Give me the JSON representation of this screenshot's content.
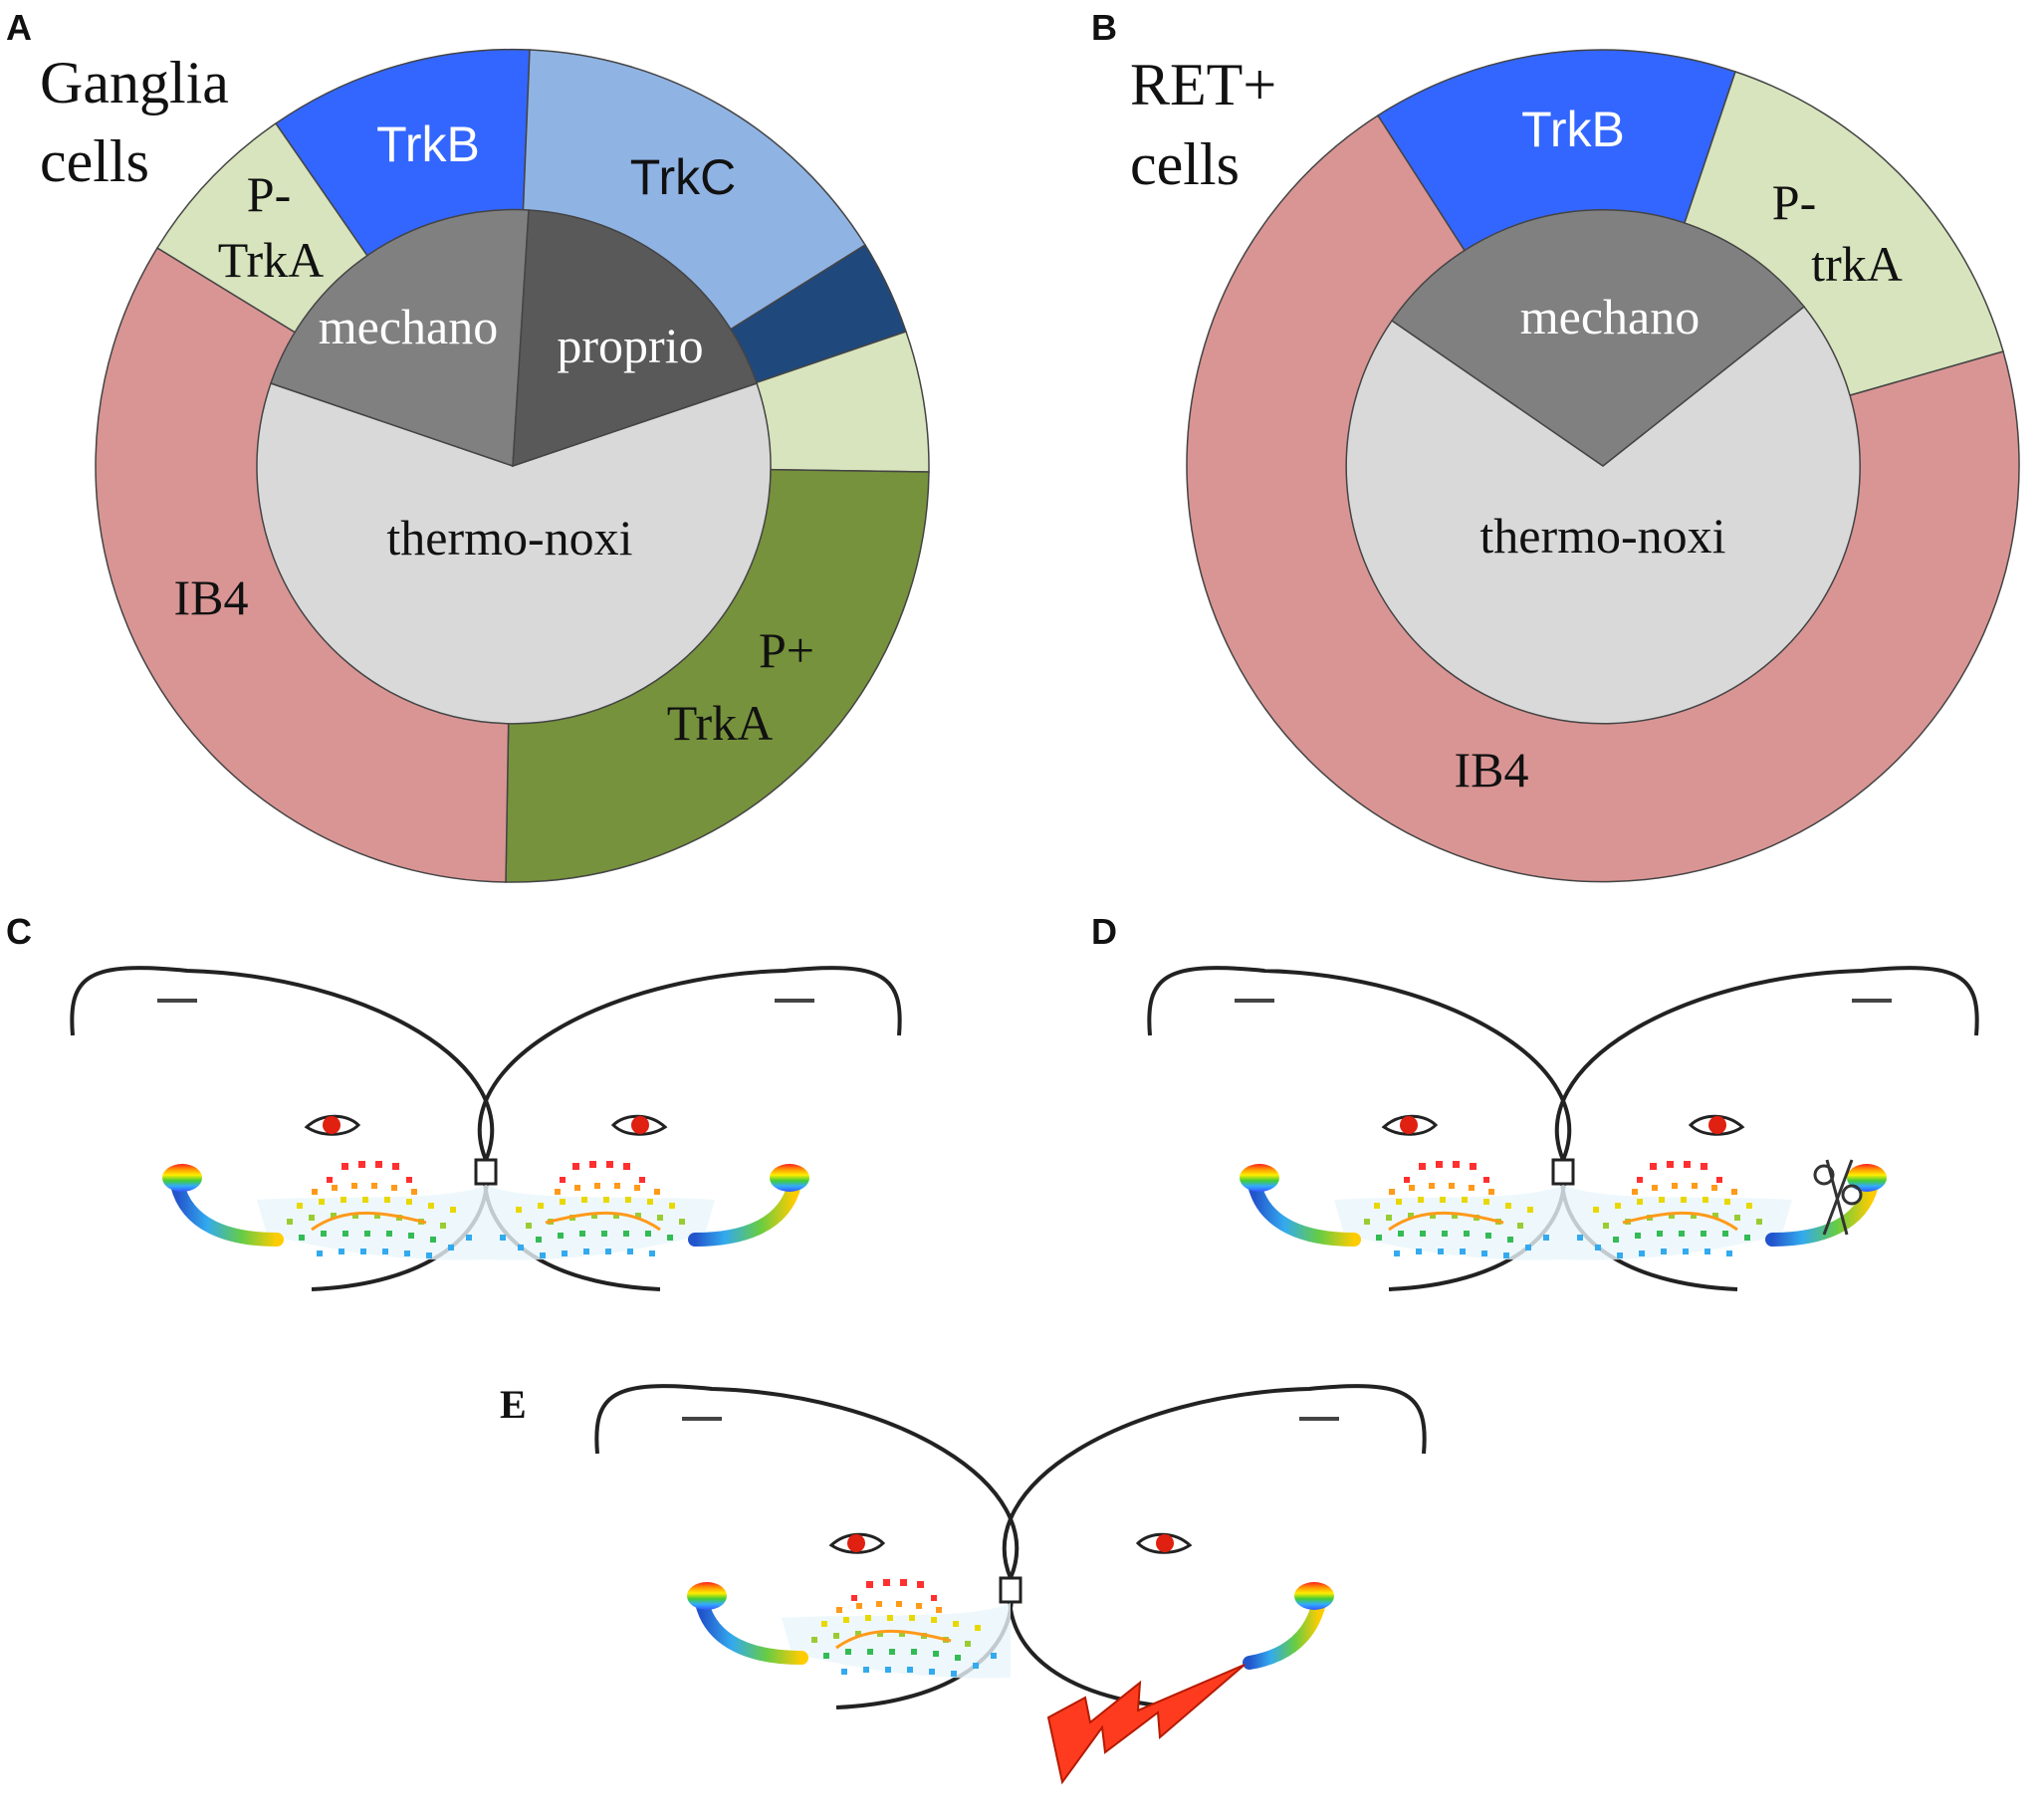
{
  "panels": {
    "A": {
      "letter": "A",
      "title_line1": "Ganglia",
      "title_line2": "cells",
      "labels": {
        "trkb": "TrkB",
        "trkc": "TrkC",
        "p_minus_line1": "P-",
        "p_minus_line2": "TrkA",
        "ib4": "IB4",
        "p_plus_line1": "P+",
        "p_plus_line2": "TrkA",
        "mechano": "mechano",
        "proprio": "proprio",
        "thermo": "thermo-noxi"
      }
    },
    "B": {
      "letter": "B",
      "title_line1": "RET+",
      "title_line2": "cells",
      "labels": {
        "trkb": "TrkB",
        "p_minus_line1": "P-",
        "p_minus_line2": "trkA",
        "ib4": "IB4",
        "mechano": "mechano",
        "thermo": "thermo-noxi"
      }
    },
    "C": {
      "letter": "C"
    },
    "D": {
      "letter": "D"
    },
    "E": {
      "letter": "E"
    }
  },
  "colors": {
    "trkb": "#3366ff",
    "trkc": "#8fb3e3",
    "dark_blue": "#1f497d",
    "light_green": "#d7e4bd",
    "olive_green": "#76923c",
    "ib4_pink": "#d99594",
    "mechano_gray": "#808080",
    "proprio_gray": "#595959",
    "thermo_gray": "#d9d9d9",
    "eye_red": "#e02010",
    "bolt_red": "#ff3b1f"
  }
}
